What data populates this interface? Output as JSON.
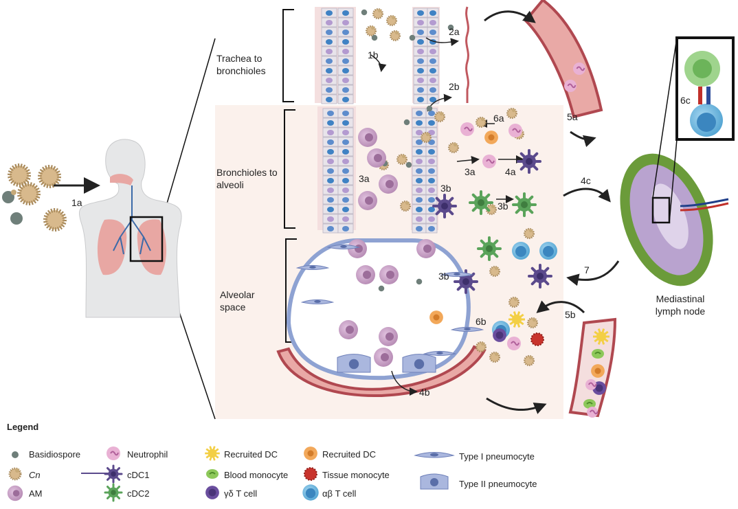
{
  "regions": {
    "trachea": "Trachea to bronchioles",
    "bronchioles": "Bronchioles to alveoli",
    "alveolar": "Alveolar space",
    "lymph_node": "Mediastinal lymph node"
  },
  "steps": {
    "s1a": "1a",
    "s1b": "1b",
    "s2a": "2a",
    "s2b": "2b",
    "s3a_left": "3a",
    "s3b_left": "3b",
    "s3a_right": "3a",
    "s3b_right": "3b",
    "s3b_alv": "3b",
    "s4a": "4a",
    "s4b": "4b",
    "s4c": "4c",
    "s5a": "5a",
    "s5b": "5b",
    "s6a": "6a",
    "s6b": "6b",
    "s6c": "6c",
    "s7": "7"
  },
  "legend": {
    "title": "Legend",
    "items": [
      {
        "key": "basidiospore",
        "label": "Basidiospore"
      },
      {
        "key": "cn",
        "label": "Cn"
      },
      {
        "key": "am",
        "label": "AM"
      },
      {
        "key": "neutrophil",
        "label": "Neutrophil"
      },
      {
        "key": "cdc1",
        "label": "cDC1"
      },
      {
        "key": "cdc2",
        "label": "cDC2"
      },
      {
        "key": "recruited_dc_yellow",
        "label": "Recruited DC"
      },
      {
        "key": "blood_monocyte",
        "label": "Blood monocyte"
      },
      {
        "key": "gd_t",
        "label": "γδ T cell"
      },
      {
        "key": "recruited_dc_orange",
        "label": "Recruited DC"
      },
      {
        "key": "tissue_monocyte",
        "label": "Tissue monocyte"
      },
      {
        "key": "ab_t",
        "label": "αβ T cell"
      },
      {
        "key": "type1",
        "label": "Type I pneumocyte"
      },
      {
        "key": "type2",
        "label": "Type II pneumocyte"
      }
    ]
  },
  "colors": {
    "panel_bg": "#fbf1ec",
    "vessel": "#c0585f",
    "vessel_light": "#e9a9a6",
    "am": "#c89ac4",
    "neutrophil": "#e9b1d4",
    "cdc1": "#5b4a8c",
    "cdc2": "#5aa35a",
    "cn": "#d8b98c",
    "spore": "#6f7f7a",
    "t_ab": "#66b6e0",
    "t_gd": "#6a4e9e",
    "rec_dc_orange": "#f2a85a",
    "rec_dc_yellow": "#f3cf45",
    "blood_mono": "#8dc85a",
    "tissue_mono": "#c8332c",
    "pneumocyte": "#aab7de",
    "lymph": "#6b9b3a"
  }
}
